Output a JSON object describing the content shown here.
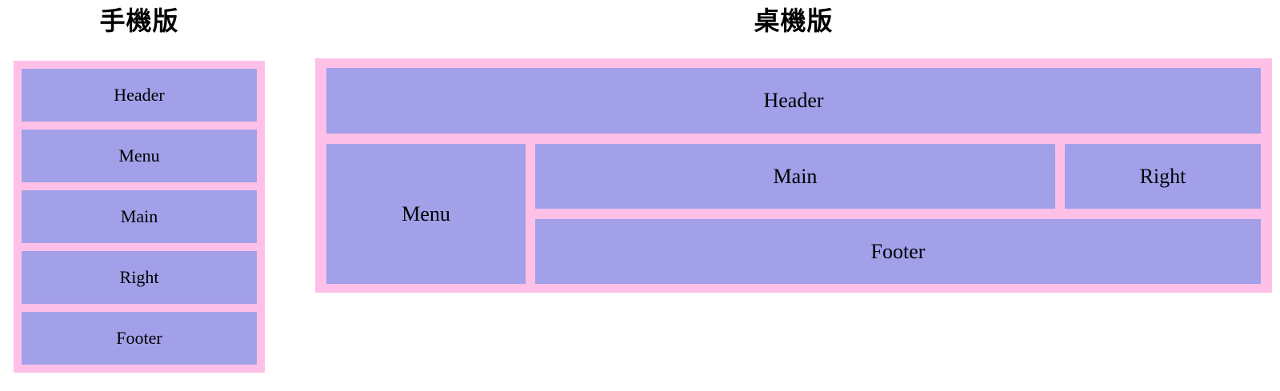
{
  "page": {
    "background": "#ffffff"
  },
  "colors": {
    "container_pink": "#ffc0e8",
    "box_purple": "#a2a0e8",
    "label_text": "#000000",
    "title_text": "#000000"
  },
  "mobile": {
    "title": "手機版",
    "boxes": [
      "Header",
      "Menu",
      "Main",
      "Right",
      "Footer"
    ]
  },
  "desktop": {
    "title": "桌機版",
    "boxes": {
      "header": "Header",
      "menu": "Menu",
      "main": "Main",
      "right": "Right",
      "footer": "Footer"
    }
  }
}
